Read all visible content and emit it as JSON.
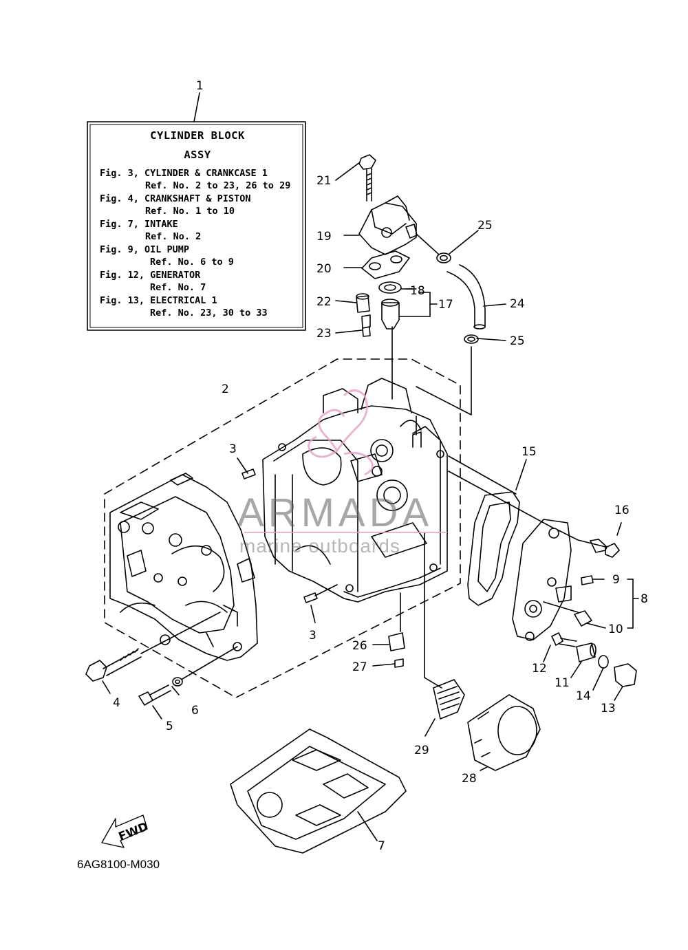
{
  "info_box": {
    "title_line1": "CYLINDER BLOCK",
    "title_line2": "ASSY",
    "lines": [
      "Fig. 3, CYLINDER & CRANKCASE 1",
      "Ref. No. 2 to 23, 26 to 29",
      "Fig. 4, CRANKSHAFT & PISTON",
      "Ref. No. 1 to 10",
      "Fig. 7, INTAKE",
      "Ref. No. 2",
      "Fig. 9, OIL PUMP",
      "Ref. No. 6 to 9",
      "Fig. 12, GENERATOR",
      "Ref. No. 7",
      "Fig. 13, ELECTRICAL 1",
      "Ref. No. 23, 30 to 33"
    ]
  },
  "callouts": [
    "1",
    "2",
    "3",
    "3",
    "4",
    "5",
    "6",
    "7",
    "8",
    "9",
    "10",
    "11",
    "12",
    "13",
    "14",
    "15",
    "16",
    "17",
    "18",
    "19",
    "20",
    "21",
    "22",
    "23",
    "24",
    "25",
    "25",
    "26",
    "27",
    "28",
    "29"
  ],
  "watermark": {
    "brand": "ARMADA",
    "tagline": "marine outboards"
  },
  "figure_code": "6AG8100-M030",
  "fwd_label": "FWD",
  "colors": {
    "line": "#000000",
    "watermark_pink": "#e8a0c8",
    "watermark_gray": "#5f5f5f"
  }
}
